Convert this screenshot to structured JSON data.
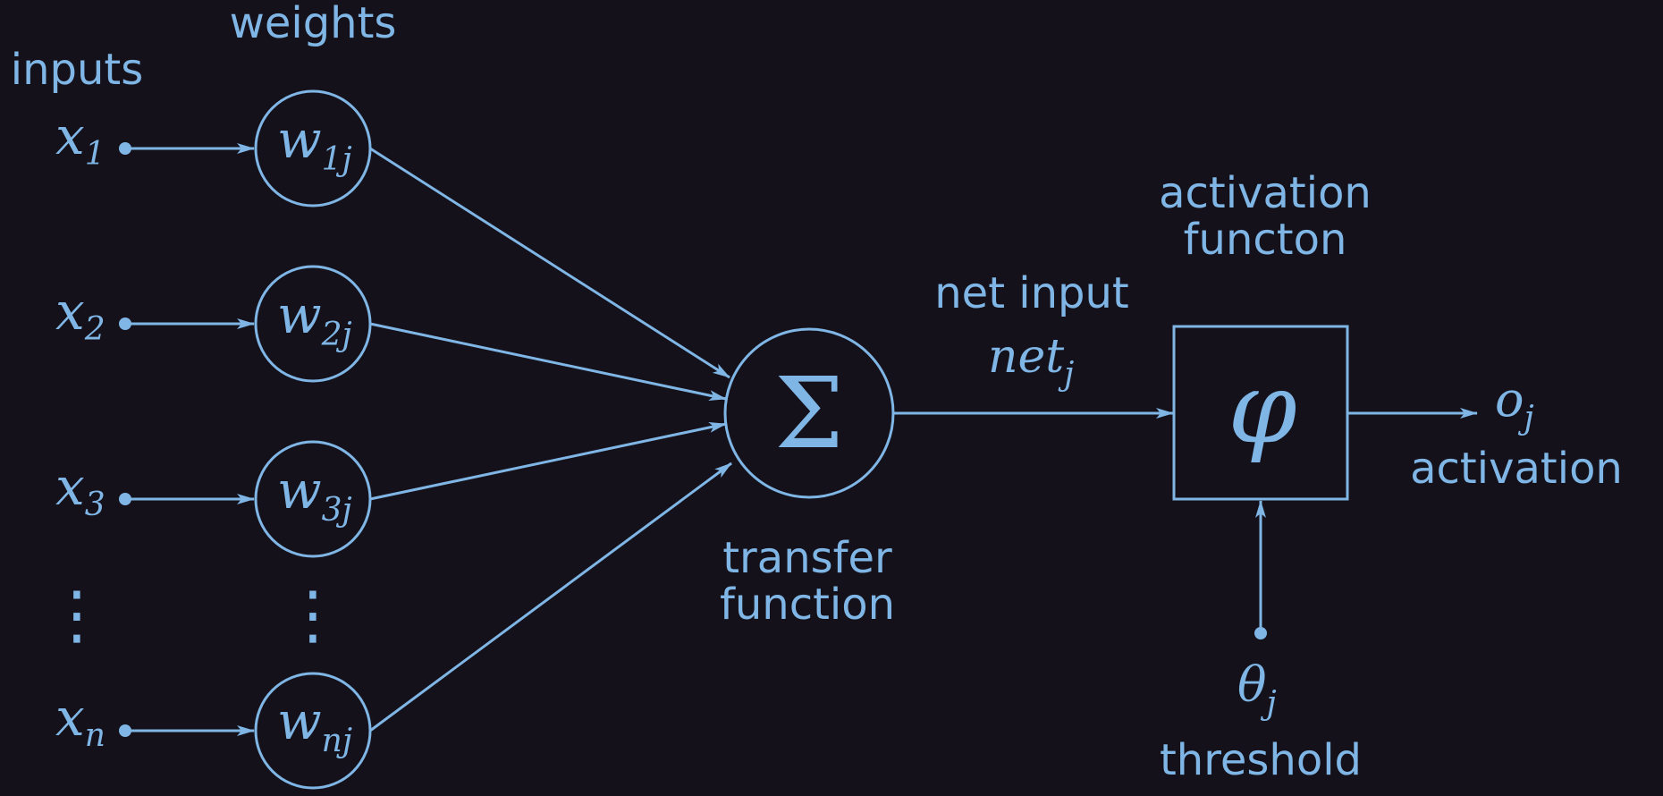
{
  "colors": {
    "background": "#15111a",
    "stroke": "#7fb6e6"
  },
  "labels": {
    "inputs": "inputs",
    "weights": "weights",
    "activation_function_line1": "activation",
    "activation_function_line2": "functon",
    "net_input": "net input",
    "transfer_function_line1": "transfer",
    "transfer_function_line2": "function",
    "activation": "activation",
    "threshold": "threshold"
  },
  "inputs": [
    {
      "base": "x",
      "sub": "1"
    },
    {
      "base": "x",
      "sub": "2"
    },
    {
      "base": "x",
      "sub": "3"
    },
    {
      "base": "x",
      "sub": "n"
    }
  ],
  "weights": [
    {
      "base": "w",
      "sub": "1j"
    },
    {
      "base": "w",
      "sub": "2j"
    },
    {
      "base": "w",
      "sub": "3j"
    },
    {
      "base": "w",
      "sub": "nj"
    }
  ],
  "ellipsis": "⋮",
  "sum_symbol": "Σ",
  "net": {
    "base": "net",
    "sub": "j"
  },
  "phi_symbol": "φ",
  "output": {
    "base": "o",
    "sub": "j"
  },
  "theta": {
    "base": "θ",
    "sub": "j"
  },
  "icons": {
    "sum": "summation-node",
    "activation": "activation-box"
  }
}
